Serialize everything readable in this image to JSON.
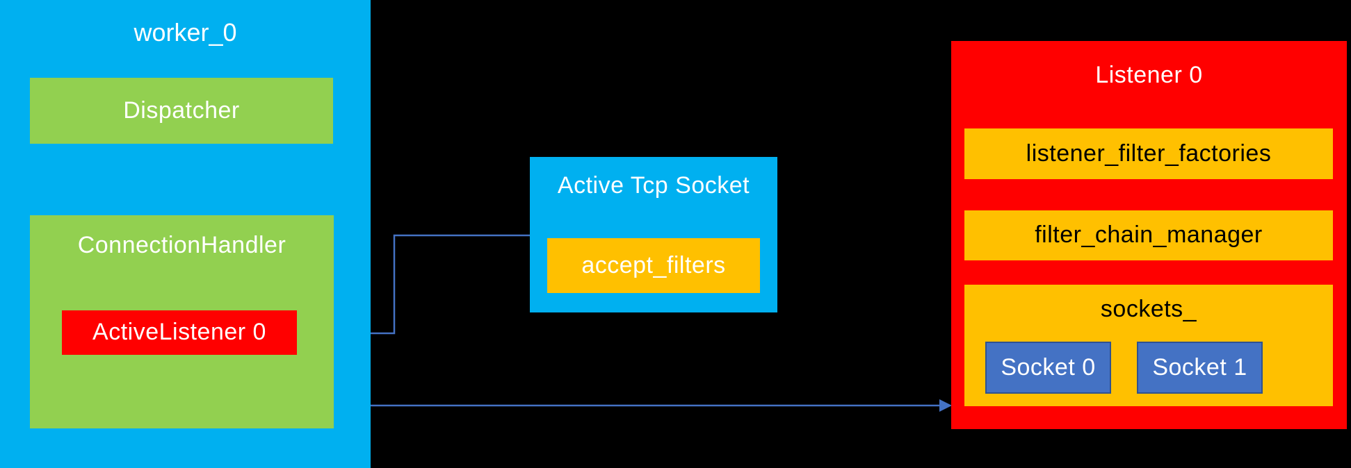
{
  "diagram": {
    "background": "#000000",
    "worker": {
      "title": "worker_0",
      "dispatcher_label": "Dispatcher",
      "connection_handler_label": "ConnectionHandler",
      "active_listener_label": "ActiveListener 0"
    },
    "active_tcp_socket": {
      "title": "Active Tcp Socket",
      "accept_filters_label": "accept_filters"
    },
    "listener": {
      "title": "Listener 0",
      "listener_filter_factories_label": "listener_filter_factories",
      "filter_chain_manager_label": "filter_chain_manager",
      "sockets": {
        "title": "sockets_",
        "socket_labels": [
          "Socket 0",
          "Socket 1"
        ]
      }
    },
    "connectors": [
      {
        "name": "active-tcp-socket-to-active-listener",
        "direction": "left"
      },
      {
        "name": "active-listener-to-listener-0",
        "direction": "right"
      }
    ],
    "colors": {
      "background": "#000000",
      "cyan_box": "#00B0F0",
      "green_box": "#92D050",
      "red_box": "#FF0000",
      "orange_box": "#FFC000",
      "socket_box_fill": "#4472C4",
      "socket_box_border": "#2F528F",
      "connector_line": "#4472C4",
      "text_light": "#FFFFFF",
      "text_dark": "#000000"
    }
  }
}
